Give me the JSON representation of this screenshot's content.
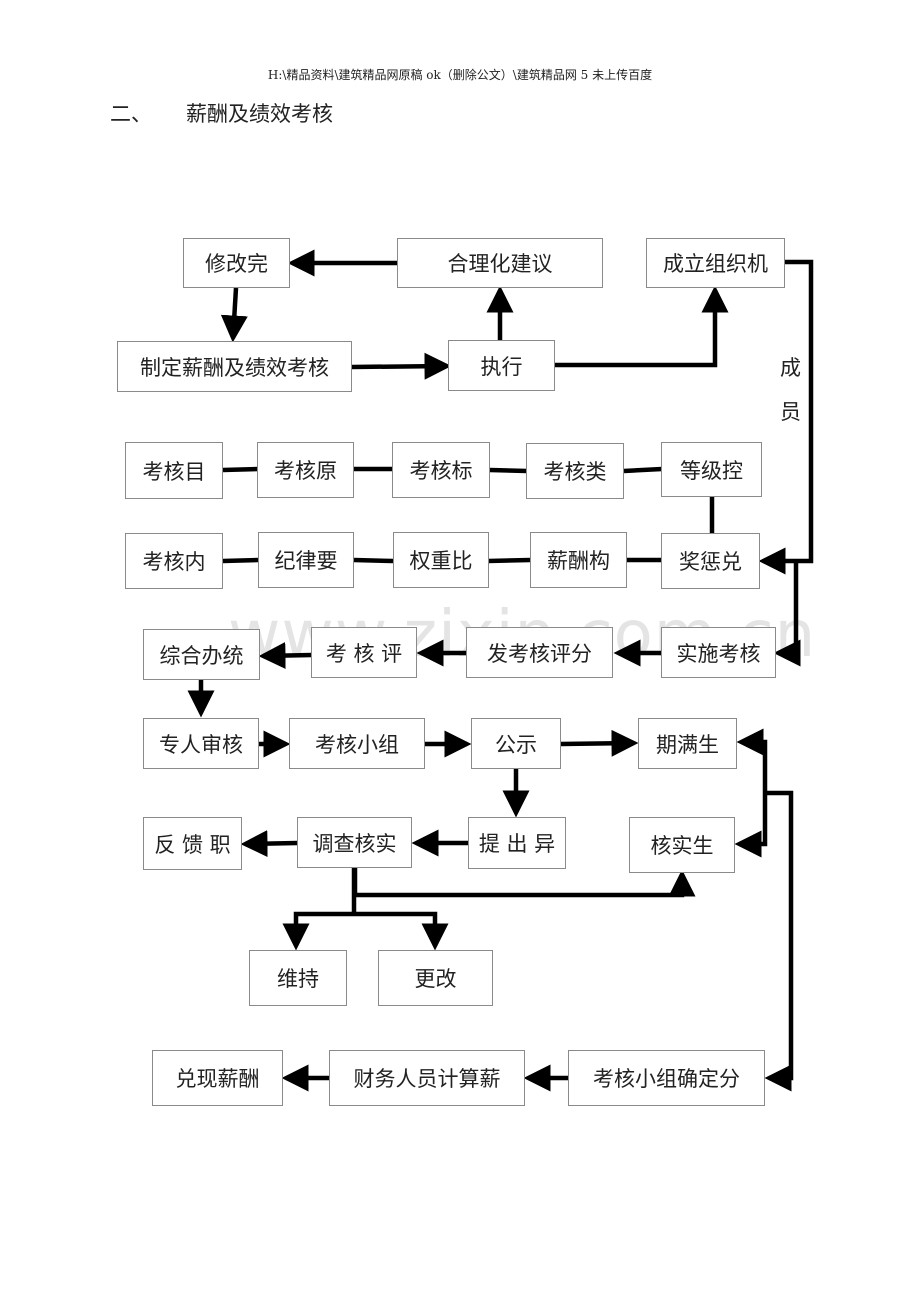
{
  "header": {
    "path": "H:\\精品资料\\建筑精品网原稿 ok（删除公文）\\建筑精品网 5 未上传百度"
  },
  "section": {
    "number": "二、",
    "title": "薪酬及绩效考核"
  },
  "watermark": "www.zixin.com.cn",
  "flowchart": {
    "nodes": {
      "revise_complete": "修改完",
      "rational_suggestion": "合理化建议",
      "establish_org": "成立组织机",
      "formulate_policy": "制定薪酬及绩效考核",
      "execute": "执行",
      "assess_goal": "考核目",
      "assess_principle": "考核原",
      "assess_standard": "考核标",
      "assess_category": "考核类",
      "grade_control": "等级控",
      "assess_content": "考核内",
      "discipline_req": "纪律要",
      "weight_ratio": "权重比",
      "salary_structure": "薪酬构",
      "reward_punish": "奖惩兑",
      "comprehensive_office": "综合办统",
      "assess_review": "考 核 评",
      "issue_score": "发考核评分",
      "implement_assess": "实施考核",
      "dedicated_review": "专人审核",
      "assess_group": "考核小组",
      "publicize": "公示",
      "period_expire": "期满生",
      "feedback": "反 馈 职",
      "investigate": "调查核实",
      "raise_objection": "提 出 异",
      "verify_effect": "核实生",
      "maintain": "维持",
      "change": "更改",
      "cash_salary": "兑现薪酬",
      "finance_calc": "财务人员计算薪",
      "group_confirm": "考核小组确定分"
    },
    "side_label": [
      "成",
      "员"
    ]
  }
}
